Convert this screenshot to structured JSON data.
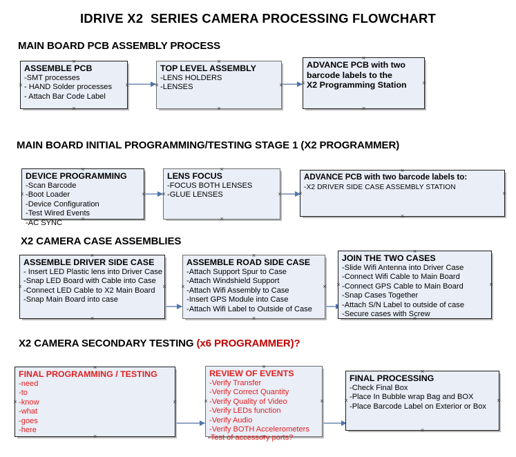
{
  "document": {
    "title": "IDRIVE X2  SERIES CAMERA PROCESSING FLOWCHART"
  },
  "sections": [
    {
      "heading": "MAIN BOARD PCB ASSEMBLY PROCESS",
      "heading_accent": "",
      "boxes": [
        {
          "title": "ASSEMBLE PCB",
          "lines": [
            "-SMT processes",
            "- HAND Solder processes",
            "- Attach Bar Code Label"
          ]
        },
        {
          "title": "TOP LEVEL ASSEMBLY",
          "lines": [
            "-LENS HOLDERS",
            "-LENSES"
          ]
        },
        {
          "title": "ADVANCE PCB with two",
          "title_line2": "barcode labels to the",
          "title_line3": " X2 Programming Station",
          "lines": []
        }
      ]
    },
    {
      "heading": "MAIN BOARD INITIAL PROGRAMMING/TESTING STAGE 1 (X2 PROGRAMMER)",
      "heading_accent": "",
      "boxes": [
        {
          "title": "DEVICE PROGRAMMING",
          "lines": [
            "-Scan Barcode",
            "-Boot Loader",
            "-Device Configuration",
            "-Test Wired Events",
            "-AC SYNC"
          ]
        },
        {
          "title": "LENS FOCUS",
          "lines": [
            "-FOCUS BOTH LENSES",
            "-GLUE LENSES"
          ]
        },
        {
          "title": "ADVANCE PCB with two barcode labels to:",
          "lines": [
            "-X2 DRIVER  SIDE  CASE  ASSEMBLY STATION"
          ]
        }
      ]
    },
    {
      "heading": "X2 CAMERA CASE ASSEMBLIES",
      "heading_accent": "",
      "boxes": [
        {
          "title": "ASSEMBLE DRIVER SIDE CASE",
          "lines": [
            "- Insert LED Plastic lens into Driver Case",
            "-Snap LED Board with Cable into Case",
            "-Connect LED Cable to X2 Main Board",
            "-Snap Main Board into case"
          ]
        },
        {
          "title": "ASSEMBLE ROAD SIDE CASE",
          "lines": [
            "-Attach Support Spur to Case",
            "-Attach Windshield Support",
            "-Attach Wifi Assembly to Case",
            "-Insert GPS Module into Case",
            "-Attach Wifi Label to Outside of Case"
          ]
        },
        {
          "title": "JOIN THE TWO CASES",
          "lines": [
            "-Slide Wifi Antenna into Driver Case",
            "-Connect Wifi Cable to Main Board",
            "-Connect GPS Cable to Main Board",
            "-Snap Cases Together",
            "-Attach S/N Label to outside of case",
            "-Secure cases with Screw"
          ]
        }
      ]
    },
    {
      "heading": "X2 CAMERA SECONDARY TESTING ",
      "heading_accent": "(x6 PROGRAMMER)?",
      "boxes": [
        {
          "title": "FINAL PROGRAMMING / TESTING",
          "lines": [
            "-need",
            "-to",
            "-know",
            "-what",
            "-goes",
            "-here"
          ]
        },
        {
          "title": "REVIEW OF EVENTS",
          "lines": [
            "-Verify Transfer",
            "-Verify Correct Quantity",
            "-Verify Quality of Video",
            "-Verify LEDs function",
            "-Verify Audio",
            "-Verify BOTH Accelerometers"
          ],
          "overflow_line": "-Test of accessory ports?"
        },
        {
          "title": "FINAL PROCESSING",
          "lines": [
            " -Check Final Box",
            "-Place In Bubble wrap Bag and BOX",
            "-Place Barcode Label on Exterior or Box"
          ]
        }
      ]
    }
  ],
  "colors": {
    "box_fill": "#e9eef7",
    "box_border": "#1a1a1a",
    "box_border_gray": "#6b6b6b",
    "connector": "#8fa5c4",
    "arrow_head": "#4f74ac",
    "accent_red": "#e02020",
    "heading_red": "#c00000",
    "text": "#000000",
    "background": "#ffffff"
  }
}
